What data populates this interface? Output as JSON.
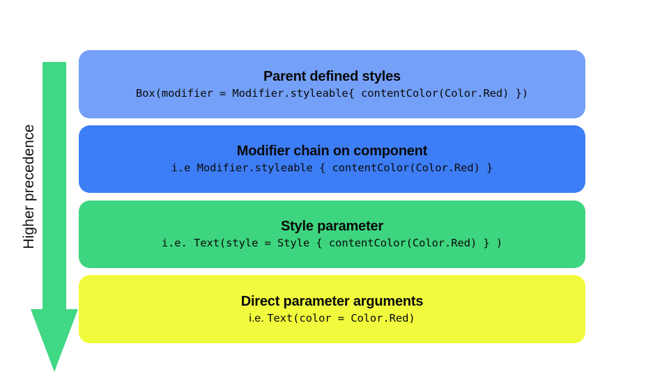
{
  "axis": {
    "label": "Higher precedence",
    "arrow_icon": "down-arrow-icon",
    "arrow_color": "#40d785",
    "direction": "down"
  },
  "bars": [
    {
      "title": "Parent defined styles",
      "code": "Box(modifier = Modifier.styleable{ contentColor(Color.Red) })",
      "color": "#74a0f7",
      "rank": 1
    },
    {
      "title": "Modifier chain on component",
      "code": "i.e Modifier.styleable { contentColor(Color.Red) }",
      "color": "#3d7df5",
      "rank": 2
    },
    {
      "title": "Style parameter",
      "code": "i.e. Text(style = Style { contentColor(Color.Red) } )",
      "color": "#3dd57f",
      "rank": 3
    },
    {
      "title": "Direct parameter arguments",
      "code_prefix": "i.e. ",
      "code": "Text(color = Color.Red)",
      "color": "#f1fa3d",
      "rank": 4
    }
  ],
  "background_color": "#ffffff"
}
